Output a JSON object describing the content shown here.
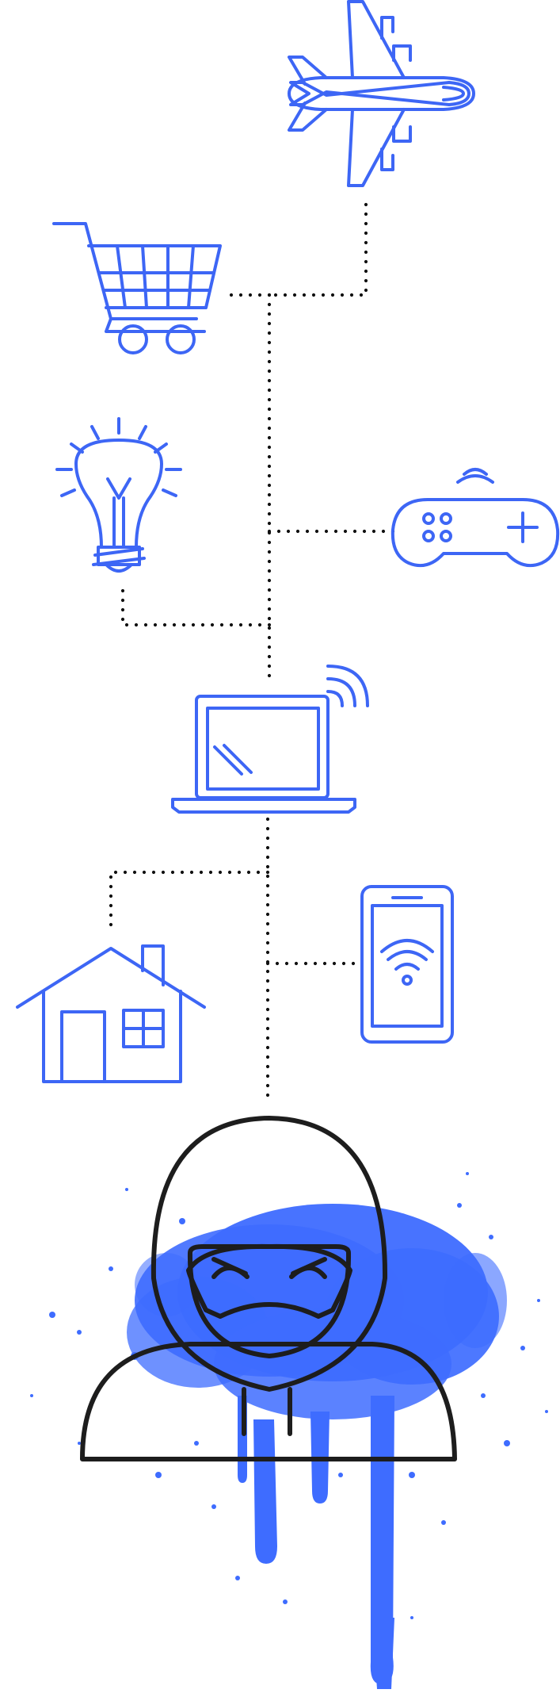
{
  "colors": {
    "icon_stroke": "#3d66f5",
    "connector": "#111111",
    "hacker_outline": "#1d1d1d",
    "paint_splatter": "#3e6cff",
    "background": "#ffffff"
  },
  "icons": [
    {
      "id": "airplane",
      "icon": "airplane-icon"
    },
    {
      "id": "shopping-cart",
      "icon": "shopping-cart-icon"
    },
    {
      "id": "light-bulb",
      "icon": "light-bulb-icon"
    },
    {
      "id": "game-controller",
      "icon": "game-controller-icon"
    },
    {
      "id": "laptop",
      "icon": "laptop-wifi-icon"
    },
    {
      "id": "house",
      "icon": "house-icon"
    },
    {
      "id": "smartphone",
      "icon": "smartphone-wifi-icon"
    },
    {
      "id": "hacker",
      "icon": "hooded-hacker-icon"
    }
  ]
}
